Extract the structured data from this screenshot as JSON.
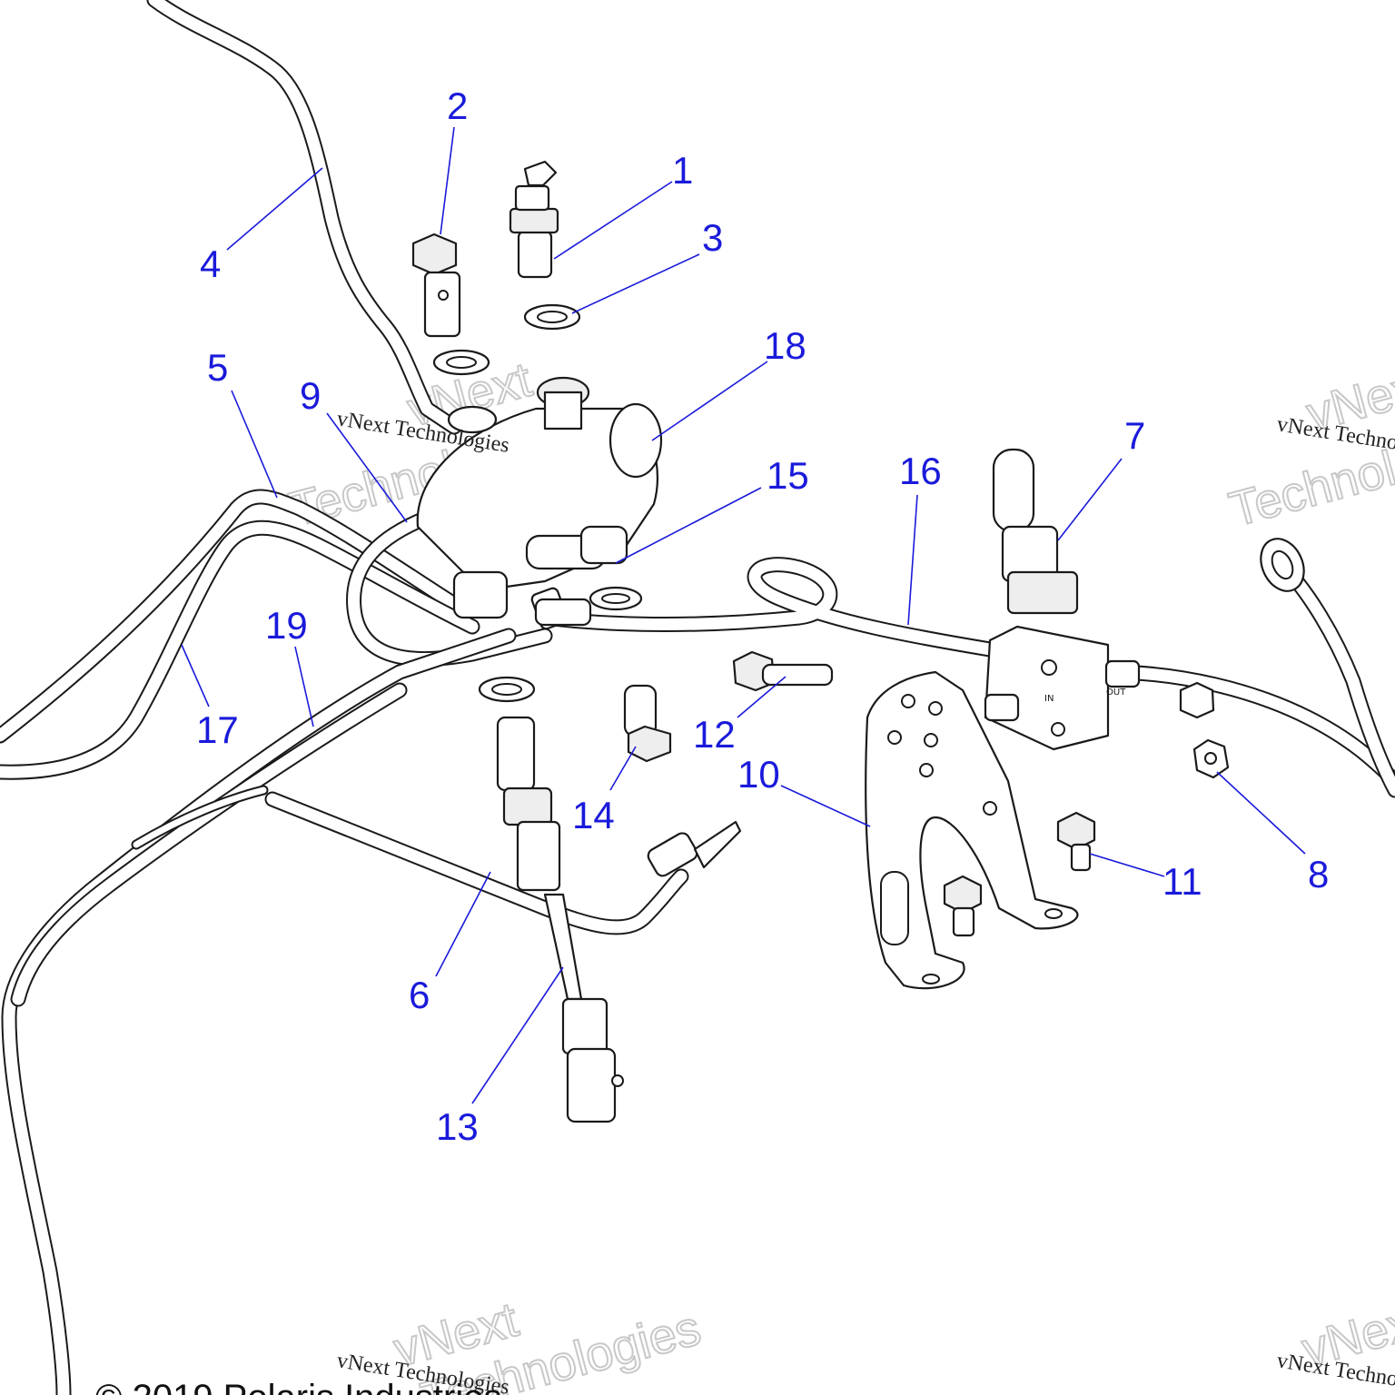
{
  "diagram": {
    "callouts": [
      {
        "id": "c1",
        "label": "1"
      },
      {
        "id": "c2",
        "label": "2"
      },
      {
        "id": "c3",
        "label": "3"
      },
      {
        "id": "c4",
        "label": "4"
      },
      {
        "id": "c5",
        "label": "5"
      },
      {
        "id": "c6",
        "label": "6"
      },
      {
        "id": "c7",
        "label": "7"
      },
      {
        "id": "c8",
        "label": "8"
      },
      {
        "id": "c9",
        "label": "9"
      },
      {
        "id": "c10",
        "label": "10"
      },
      {
        "id": "c11",
        "label": "11"
      },
      {
        "id": "c12",
        "label": "12"
      },
      {
        "id": "c13",
        "label": "13"
      },
      {
        "id": "c14",
        "label": "14"
      },
      {
        "id": "c15",
        "label": "15"
      },
      {
        "id": "c16",
        "label": "16"
      },
      {
        "id": "c17",
        "label": "17"
      },
      {
        "id": "c18",
        "label": "18"
      },
      {
        "id": "c19",
        "label": "19"
      }
    ],
    "valve_labels": {
      "in": "IN",
      "out": "OUT"
    },
    "watermark": {
      "line1": "vNext",
      "line2": "Technologies",
      "full": "vNext Technologies"
    },
    "copyright": "© 2019 Polaris Industries",
    "colors": {
      "callout": "#1a1adb",
      "line_art": "#1a1a1a",
      "watermark_ghost": "#c8c8c8"
    }
  }
}
